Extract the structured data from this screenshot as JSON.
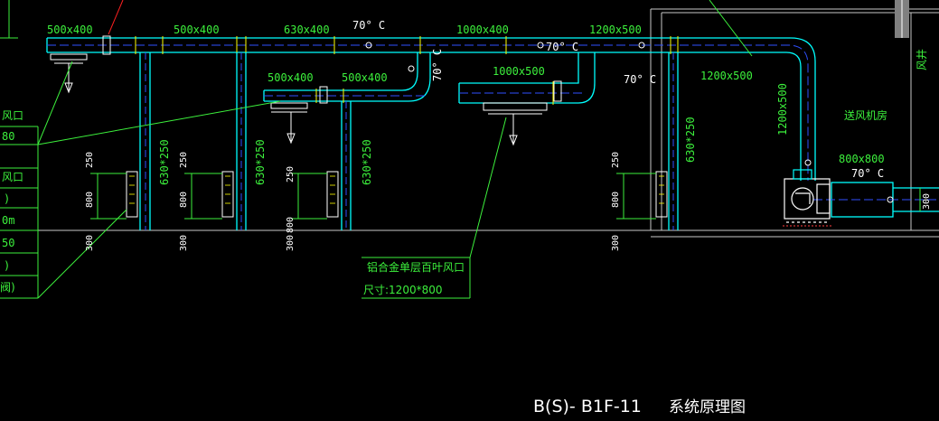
{
  "drawing": {
    "title": "B(S)- B1F-11",
    "subtitle": "系统原理图",
    "temp_label": "70° C"
  },
  "ducts": {
    "d1": "500x400",
    "d2": "500x400",
    "d3": "630x400",
    "d4": "1000x400",
    "d5": "1200x500",
    "d6": "500x400",
    "d7": "500x400",
    "d8": "1000x500",
    "d9": "1200x500",
    "d10": "1200x500",
    "d11": "800x800"
  },
  "risers": {
    "r1": "630*250",
    "r2": "630*250",
    "r3": "630*250",
    "r4": "630*250"
  },
  "dims": {
    "v250": "250",
    "v800": "800",
    "h300": "300",
    "fan_300": "300"
  },
  "rooms": {
    "shaft": "风井",
    "fan_room": "送风机房"
  },
  "callouts": {
    "louver_name": "铝合金单层百叶风口",
    "louver_size": "尺寸:1200*800"
  },
  "left_partial": {
    "l1": "风口",
    "l2": "80",
    "l3": "风口",
    "l4": ")",
    "l5": "0m",
    "l6": "50",
    "l7": ")",
    "l8": "阀)"
  },
  "colors": {
    "duct": "#00ffff",
    "text": "#3cf03c",
    "white": "#ffffff",
    "centerline": "#3050ff",
    "grey": "#808080"
  }
}
